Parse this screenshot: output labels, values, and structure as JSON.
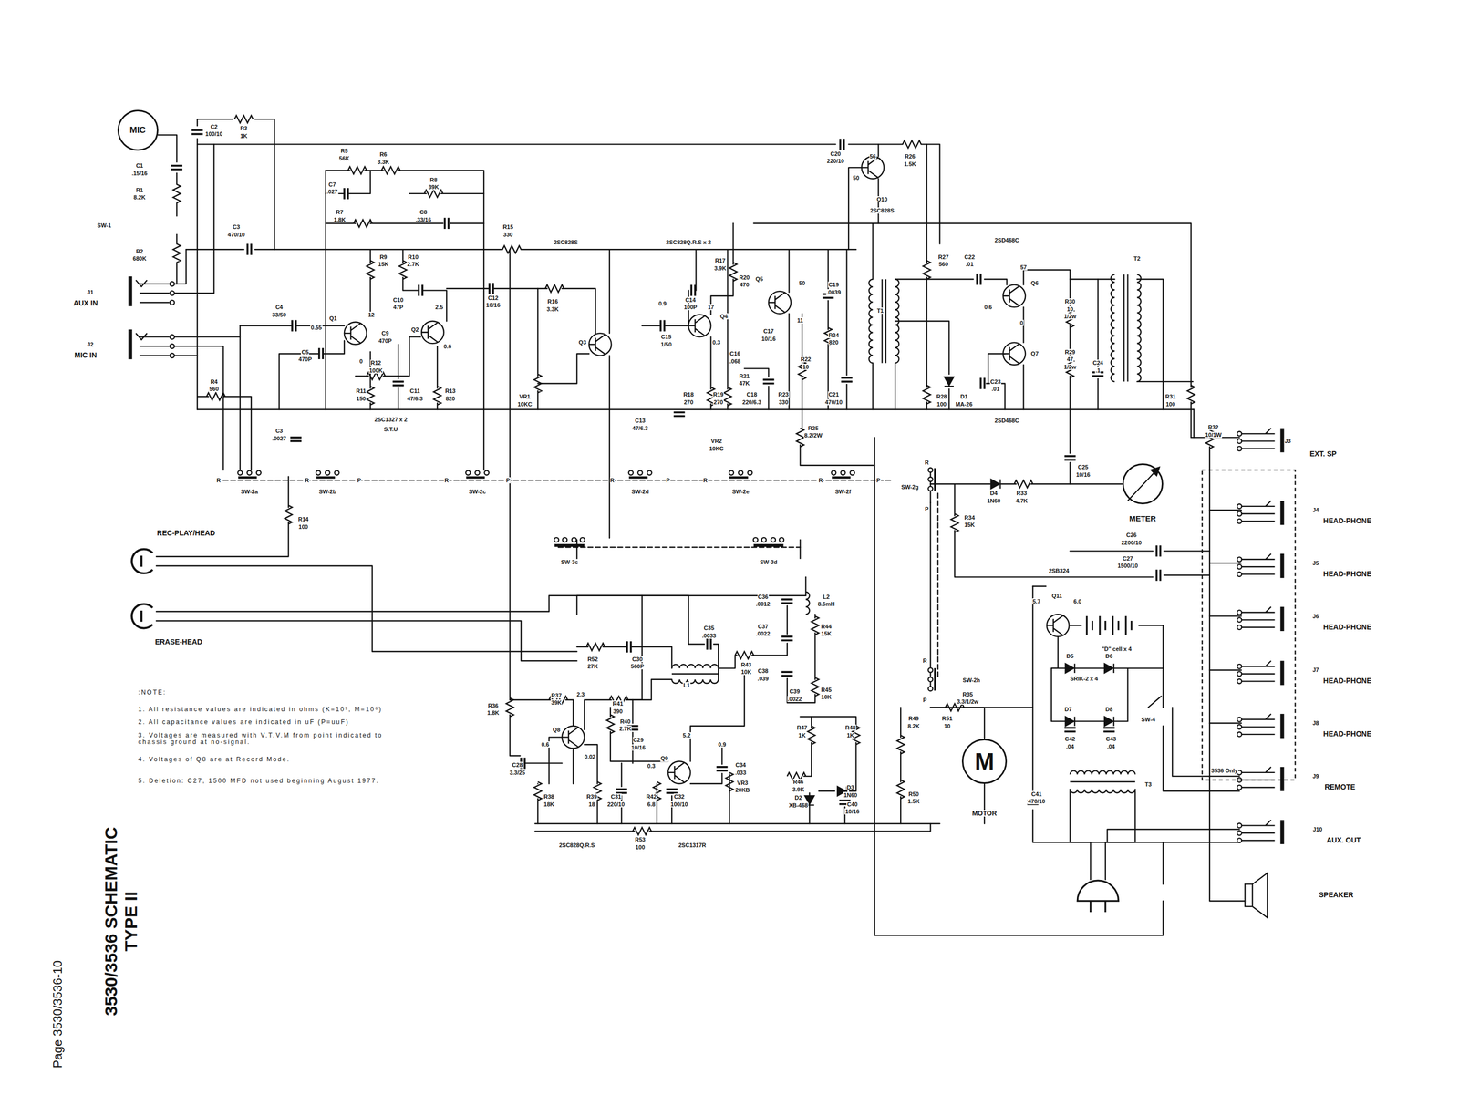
{
  "diagram": {
    "title": "3530/3536 SCHEMATIC TYPE II",
    "nodes": [
      {
        "text": [
          "MIC"
        ]
      },
      {
        "text": [
          "METER"
        ]
      },
      {
        "text": [
          "M",
          "MOTOR"
        ]
      }
    ],
    "labels": [
      "C2",
      "100/10",
      "R3",
      "1K",
      "C1",
      ".15/16",
      "R1",
      "8.2K",
      "SW-1",
      "C3",
      "470/10",
      "R2",
      "680K",
      "J1",
      "AUX IN",
      "J2",
      "MIC IN",
      "R5",
      "56K",
      "R6",
      "3.3K",
      "C7",
      ".027",
      "R8",
      "39K",
      "R7",
      "1.8K",
      "C8",
      ".33/16",
      "R15",
      "330",
      "2SC828S",
      "2SC828Q.R.S x 2",
      "R9",
      "15K",
      "R10",
      "2.7K",
      "C4",
      "33/50",
      "0.55",
      "Q1",
      "12",
      "0",
      "C10",
      "47P",
      "Q2",
      "2.5",
      "0.6",
      "C9",
      "470P",
      "R12",
      "100K",
      "C5",
      "470P",
      "R11",
      "150",
      "C11",
      "47/6.3",
      "R13",
      "820",
      "R4",
      "560",
      "2SC1327 x 2",
      "S.T.U",
      "C12",
      "10/16",
      "R16",
      "3.3K",
      "Q3",
      "VR1",
      "10KC",
      "C3",
      ".0027",
      "R14",
      "100",
      "R",
      "SW-2a",
      "R",
      "SW-2b",
      "P",
      "R",
      "SW-2c",
      "P",
      "R",
      "SW-2d",
      "P",
      "R",
      "SW-2e",
      "R",
      "SW-2f",
      "P",
      "SW-3c",
      "SW-3d",
      "REC-PLAY/HEAD",
      "ERASE-HEAD",
      ":NOTE:",
      "1. All resistance values are indicated in ohms (K=10³, M=10⁶)",
      "2. All capacitance values are indicated in uF (P=uuF)",
      "3. Voltages are measured with V.T.V.M from point indicated to chassis ground at no-signal.",
      "4. Voltages of Q8 are at Record Mode.",
      "5. Deletion: C27, 1500 MFD not used beginning August 1977.",
      "R17",
      "3.9K",
      "R20",
      "470",
      "Q5",
      "50",
      "C14",
      "100P",
      "0.9",
      "17",
      "Q4",
      "0.3",
      "C15",
      "1/50",
      "C17",
      "10/16",
      "11",
      "C16",
      ".068",
      "R21",
      "47K",
      "R18",
      "270",
      "R19",
      "270",
      "C18",
      "220/6.3",
      "R23",
      "330",
      "R22",
      "10",
      "C19",
      ".0039",
      "R24",
      "820",
      "C21",
      "470/10",
      "T1",
      "C13",
      "47/6.3",
      "VR2",
      "10KC",
      "R25",
      "8.2/2W",
      "C20",
      "220/10",
      "56",
      "R26",
      "1.5K",
      "50",
      "Q10",
      "2SC828S",
      "R27",
      "560",
      "2SD468C",
      "C22",
      ".01",
      "57",
      "Q6",
      "R30",
      "10",
      "1/2w",
      "0.6",
      "0",
      "Q7",
      "R29",
      "47",
      "1/2w",
      "C24",
      ".1",
      "C23",
      ".01",
      "R28",
      "100",
      "D1",
      "MA-26",
      "R31",
      "100",
      "2SD468C",
      "T2",
      "J3",
      "EXT. SP",
      "R32",
      "10/1W",
      "C25",
      "10/16",
      "R",
      "SW-2g",
      "P",
      "D4",
      "1N60",
      "R33",
      "4.7K",
      "R34",
      "15K",
      "C26",
      "2200/10",
      "C27",
      "1500/10",
      "2SB324",
      "Q11",
      "5.7",
      "6.0",
      "\"D\" cell x 4",
      "J4",
      "HEAD-PHONE",
      "J5",
      "HEAD-PHONE",
      "J6",
      "HEAD-PHONE",
      "J7",
      "HEAD-PHONE",
      "J8",
      "HEAD-PHONE",
      "3536 Only",
      "J9",
      "REMOTE",
      "J10",
      "AUX. OUT",
      "SPEAKER",
      "D5",
      "D6",
      "SRIK-2 x 4",
      "D7",
      "D8",
      "C42",
      ".04",
      "C43",
      ".04",
      "SW-4",
      "T3",
      "SW-2h",
      "R",
      "P",
      "R35",
      "3.3/1/2w",
      "R49",
      "8.2K",
      "R51",
      "10",
      "R50",
      "1.5K",
      "C41",
      "470/10",
      "C36",
      ".0012",
      "L2",
      "8.6mH",
      "R44",
      "15K",
      "C37",
      ".0022",
      "C35",
      ".0033",
      "R52",
      "27K",
      "C30",
      "560P",
      "R43",
      "10K",
      "C38",
      ".039",
      "C39",
      ".0022",
      "R45",
      "10K",
      "L1",
      "R36",
      "1.8K",
      "R37",
      "39K",
      "2.3",
      "R41",
      "390",
      "R40",
      "2.7K",
      "C29",
      "10/16",
      "Q8",
      "0.6",
      "0.02",
      "Q9",
      "5.2",
      "0.9",
      "0.3",
      "C34",
      ".033",
      "VR3",
      "20KB",
      "R47",
      "1K",
      "R48",
      "1K",
      "R46",
      "3.9K",
      "D2",
      "XB-468",
      "D3",
      "1N60",
      "C40",
      "10/16",
      "C28",
      "3.3/25",
      "R38",
      "18K",
      "R39",
      "18",
      "C31",
      "220/10",
      "R42",
      "6.8",
      "C32",
      "100/10",
      "2SC828Q.R.S",
      "R53",
      "100",
      "2SC1317R",
      "Page 3530/3536-10"
    ]
  }
}
